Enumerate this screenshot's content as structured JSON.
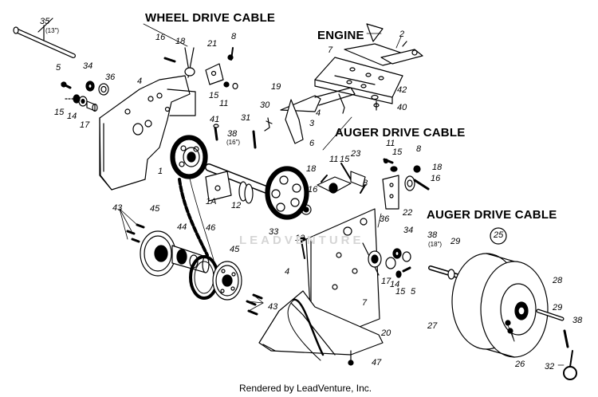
{
  "callouts": {
    "wheel_drive_cable": "WHEEL DRIVE CABLE",
    "engine": "ENGINE",
    "auger_drive_cable_1": "AUGER DRIVE CABLE",
    "auger_drive_cable_2": "AUGER DRIVE CABLE"
  },
  "part_numbers": {
    "p35": "35",
    "p35_len": "(13\")",
    "p5a": "5",
    "p34a": "34",
    "p36a": "36",
    "p15a": "15",
    "p14a": "14",
    "p17a": "17",
    "p4a": "4",
    "p16a": "16",
    "p18a": "18",
    "p21": "21",
    "p8a": "8",
    "p15b": "15",
    "p11a": "11",
    "p2": "2",
    "p7": "7",
    "p19": "19",
    "p4b": "4",
    "p42": "42",
    "p40": "40",
    "p30": "30",
    "p31": "31",
    "p41": "41",
    "p38a": "38",
    "p38a_len": "(16\")",
    "p3": "3",
    "p6": "6",
    "p1": "1",
    "p1a": "1A",
    "p12": "12",
    "p33": "33",
    "p11b": "11",
    "p15c": "15",
    "p23": "23",
    "p18b": "18",
    "p16b": "16",
    "p8b": "8",
    "p11c": "11",
    "p15d": "15",
    "p8c": "8",
    "p18c": "18",
    "p16c": "16",
    "p22": "22",
    "p43a": "43",
    "p45a": "45",
    "p44": "44",
    "p46": "46",
    "p45b": "45",
    "p43b": "43",
    "p10": "10",
    "p4c": "4",
    "p36b": "36",
    "p34b": "34",
    "p17b": "17",
    "p14b": "14",
    "p15e": "15",
    "p5b": "5",
    "p7b": "7",
    "p20": "20",
    "p47": "47",
    "p25": "25",
    "p38b": "38",
    "p38b_len": "(18\")",
    "p29a": "29",
    "p28": "28",
    "p29b": "29",
    "p27": "27",
    "p38c": "38",
    "p26": "26",
    "p32": "32"
  },
  "watermark": "LEADVENTURE",
  "footer": "Rendered by LeadVenture, Inc."
}
